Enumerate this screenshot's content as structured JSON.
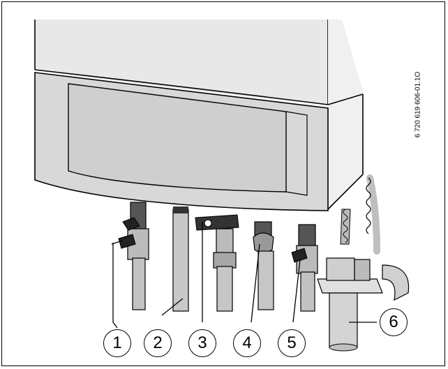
{
  "figure_reference": "6 720 619 606-01.1O",
  "callouts": [
    {
      "number": "1"
    },
    {
      "number": "2"
    },
    {
      "number": "3"
    },
    {
      "number": "4"
    },
    {
      "number": "5"
    },
    {
      "number": "6"
    }
  ],
  "colors": {
    "boiler_body": "#e6e6e6",
    "panel_fill": "#d3d3d3",
    "pipe_fill": "#bdbdbd",
    "dark_metal": "#3a3a3a",
    "line": "#000000"
  }
}
